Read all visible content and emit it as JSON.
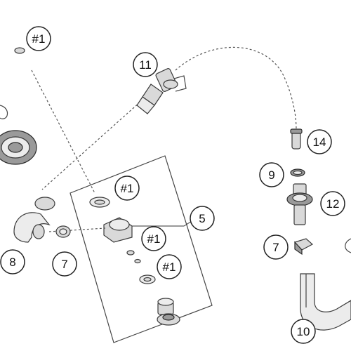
{
  "diagram": {
    "callouts": [
      {
        "id": "c1",
        "label": "#1"
      },
      {
        "id": "c2",
        "label": "11"
      },
      {
        "id": "c3",
        "label": "14"
      },
      {
        "id": "c4",
        "label": "9"
      },
      {
        "id": "c5",
        "label": "12"
      },
      {
        "id": "c6",
        "label": "#1"
      },
      {
        "id": "c7",
        "label": "5"
      },
      {
        "id": "c8",
        "label": "#1"
      },
      {
        "id": "c9",
        "label": "#1"
      },
      {
        "id": "c10",
        "label": "8"
      },
      {
        "id": "c11",
        "label": "7"
      },
      {
        "id": "c12",
        "label": "7"
      },
      {
        "id": "c13",
        "label": "10"
      }
    ]
  }
}
